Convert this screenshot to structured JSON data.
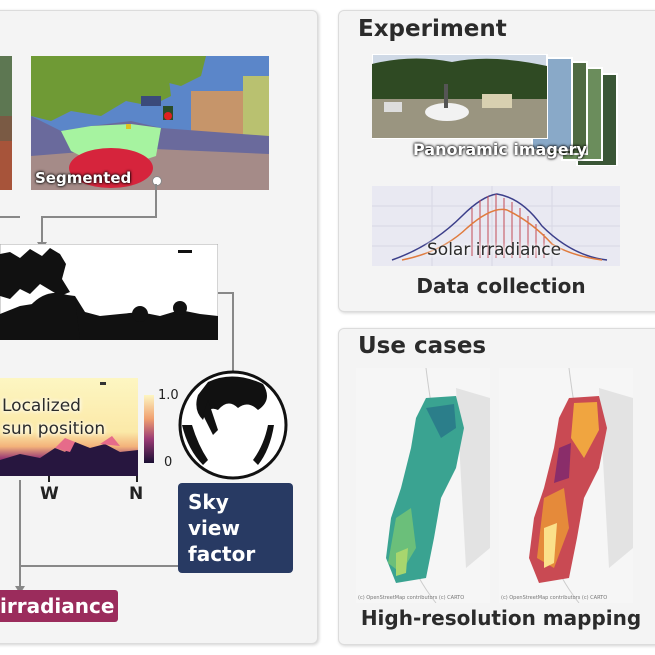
{
  "left_panel": {
    "segmented_label": "Segmented",
    "sun_position_line1": "Localized",
    "sun_position_line2": "sun position",
    "colorbar_max": "1.0",
    "colorbar_min": "0",
    "axis_w": "W",
    "axis_n": "N",
    "svf_line1": "Sky view",
    "svf_line2": "factor",
    "irradiance_label": "irradiance"
  },
  "experiment": {
    "title": "Experiment",
    "panoramic_label": "Panoramic imagery",
    "solar_label": "Solar irradiance",
    "caption": "Data collection"
  },
  "use_cases": {
    "title": "Use cases",
    "map_credit": "(c) OpenStreetMap contributors (c) CARTO",
    "caption": "High-resolution mapping"
  },
  "colors": {
    "svf_box": "#283a63",
    "irradiance_box": "#9b2c5c",
    "sky_blue": "#5b86c9",
    "tree_green": "#6f9a35"
  }
}
